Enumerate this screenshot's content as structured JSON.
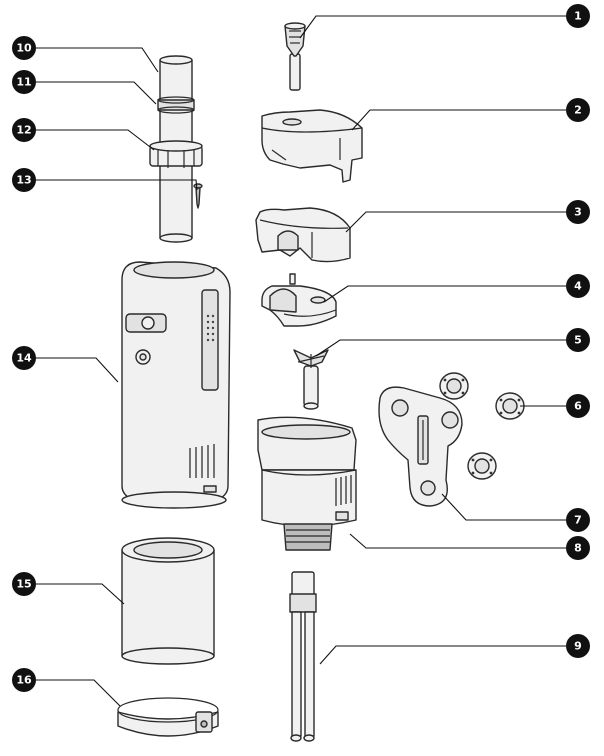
{
  "callouts": [
    {
      "id": 1,
      "label": "1"
    },
    {
      "id": 2,
      "label": "2"
    },
    {
      "id": 3,
      "label": "3"
    },
    {
      "id": 4,
      "label": "4"
    },
    {
      "id": 5,
      "label": "5"
    },
    {
      "id": 6,
      "label": "6"
    },
    {
      "id": 7,
      "label": "7"
    },
    {
      "id": 8,
      "label": "8"
    },
    {
      "id": 9,
      "label": "9"
    },
    {
      "id": 10,
      "label": "10"
    },
    {
      "id": 11,
      "label": "11"
    },
    {
      "id": 12,
      "label": "12"
    },
    {
      "id": 13,
      "label": "13"
    },
    {
      "id": 14,
      "label": "14"
    },
    {
      "id": 15,
      "label": "15"
    },
    {
      "id": 16,
      "label": "16"
    }
  ],
  "colors": {
    "badge": "#111111",
    "outline": "#2a2a2a",
    "part_fill": "#f1f1f1"
  }
}
